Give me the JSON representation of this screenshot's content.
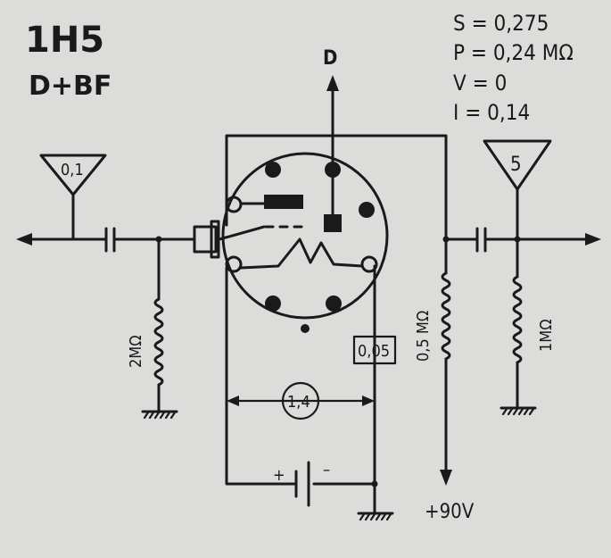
{
  "title": "1H5",
  "subtitle": "D+BF",
  "params": {
    "s": "S = 0,275",
    "p": "P = 0,24 MΩ",
    "v": "V = 0",
    "i": "I = 0,14"
  },
  "labels": {
    "diode_out": "D",
    "input_cap": "0,1",
    "output_cap": "5",
    "grid_resistor": "2MΩ",
    "plate_resistor": "0,5 MΩ",
    "output_resistor": "1MΩ",
    "filament_cap": "0,05",
    "filament_voltage": "1,4",
    "battery_plus": "+",
    "battery_minus": "–",
    "supply": "+90V"
  }
}
